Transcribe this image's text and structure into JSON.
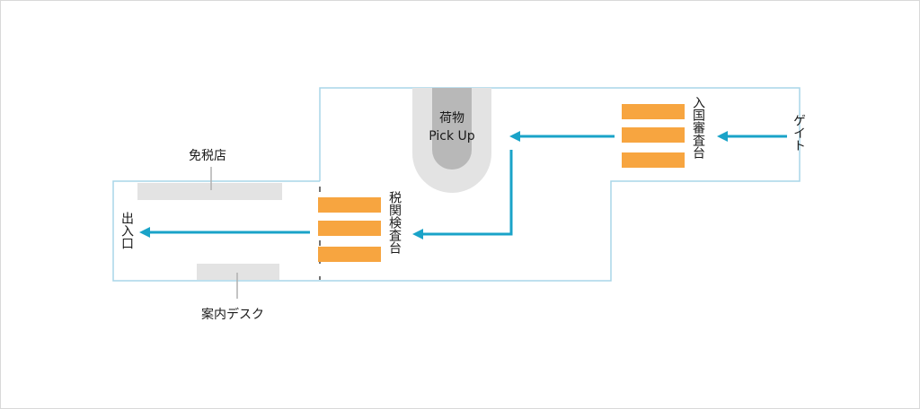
{
  "labels": {
    "duty_free": "免税店",
    "info_desk": "案内デスク",
    "exit": "出入口",
    "customs": "税関検査台",
    "baggage_line1": "荷物",
    "baggage_line2": "Pick Up",
    "immigration": "入国審査台",
    "gate": "ゲイト"
  },
  "colors": {
    "wall": "#a9d6e8",
    "arrow": "#1aa3c8",
    "counter": "#f7a540",
    "zone": "#e3e3e3",
    "carousel_outer": "#e3e3e3",
    "carousel_inner": "#b8b8b8",
    "leader": "#b0b0b0",
    "border": "#d9d9d9"
  }
}
